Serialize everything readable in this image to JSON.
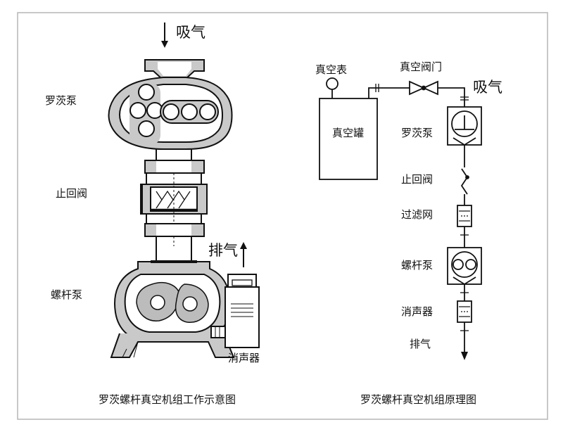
{
  "left_diagram": {
    "caption": "罗茨螺杆真空机组工作示意图",
    "labels": {
      "intake": "吸气",
      "roots_pump": "罗茨泵",
      "check_valve": "止回阀",
      "exhaust": "排气",
      "screw_pump": "螺杆泵",
      "silencer": "消声器"
    }
  },
  "right_diagram": {
    "caption": "罗茨螺杆真空机组原理图",
    "labels": {
      "vacuum_gauge": "真空表",
      "vacuum_valve": "真空阀门",
      "intake": "吸气",
      "vacuum_tank": "真空罐",
      "roots_pump": "罗茨泵",
      "check_valve": "止回阀",
      "filter": "过滤网",
      "screw_pump": "螺杆泵",
      "silencer": "消声器",
      "exhaust": "排气"
    }
  },
  "colors": {
    "body_fill": "#c9c9c9",
    "rotor_fill": "#bcbcbc",
    "stroke": "#111111",
    "border": "#b5b5b5"
  }
}
